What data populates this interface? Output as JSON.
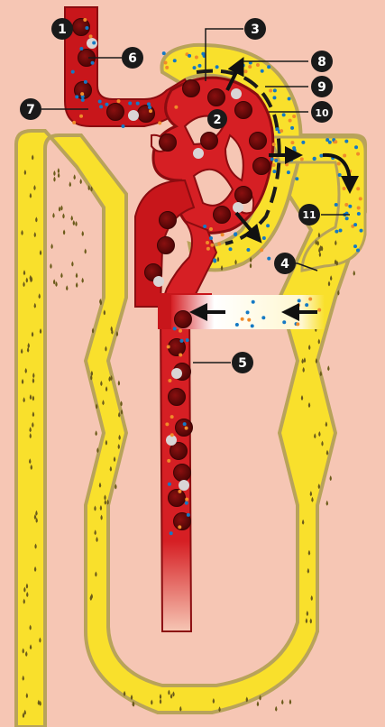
{
  "figure": {
    "palette": {
      "background": "#f6c6b4",
      "tubule_fill": "#f9e02c",
      "tubule_outline": "#b8a35a",
      "tubule_speck": "#6b5b1a",
      "vessel_dark": "#a40d12",
      "vessel_mid": "#d61f24",
      "vessel_light": "#f04b48",
      "blood_cell": "#6e0a0a",
      "white_cell": "#d9d5d5",
      "solute_blue": "#1479c4",
      "solute_orange": "#f08b2a",
      "solute_dark": "#3a2a0a",
      "callout_fill": "#1a1a1a",
      "arrow_color": "#111111"
    },
    "callouts": [
      {
        "id": "1",
        "label": "1"
      },
      {
        "id": "2",
        "label": "2"
      },
      {
        "id": "3",
        "label": "3"
      },
      {
        "id": "4",
        "label": "4"
      },
      {
        "id": "5",
        "label": "5"
      },
      {
        "id": "6",
        "label": "6"
      },
      {
        "id": "7",
        "label": "7"
      },
      {
        "id": "8",
        "label": "8"
      },
      {
        "id": "9",
        "label": "9"
      },
      {
        "id": "10",
        "label": "10"
      },
      {
        "id": "11",
        "label": "11"
      }
    ],
    "arrows": [
      {
        "name": "filtration-arrow-up",
        "icon": "arrow-icon"
      },
      {
        "name": "filtration-arrow-down",
        "icon": "arrow-icon"
      },
      {
        "name": "flow-into-tubule-arrow",
        "icon": "arrow-icon"
      },
      {
        "name": "tubule-flow-curve-arrow",
        "icon": "curved-arrow-icon"
      },
      {
        "name": "reabsorption-arrow-left",
        "icon": "arrow-icon"
      },
      {
        "name": "reabsorption-arrow-right",
        "icon": "arrow-icon"
      }
    ]
  }
}
